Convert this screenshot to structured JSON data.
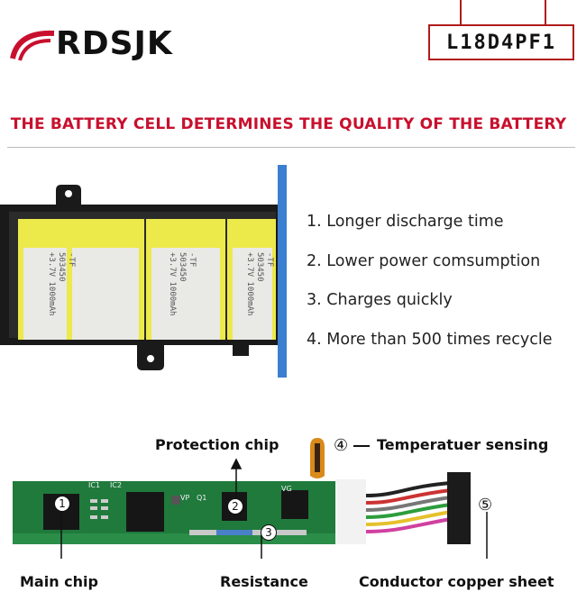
{
  "brand": {
    "logo_text": "RDSJK",
    "model": "L18D4PF1"
  },
  "headline": "THE BATTERY CELL DETERMINES THE QUALITY OF THE BATTERY",
  "features": [
    "1. Longer discharge time",
    "2. Lower power comsumption",
    "3. Charges quickly",
    "4. More than 500 times recycle"
  ],
  "cells": [
    {
      "line1": "-TF",
      "line2": "503450",
      "line3": "+3.7V 1000mAh"
    },
    {
      "line1": "-TF",
      "line2": "503450",
      "line3": "+3.7V 1000mAh"
    },
    {
      "line1": "-TF",
      "line2": "503450",
      "line3": "+3.7V 1000mAh"
    }
  ],
  "board": {
    "silkscreen": [
      "IC1",
      "IC2",
      "VP",
      "Q1",
      "VG"
    ],
    "markers": [
      "1",
      "2",
      "3",
      "4",
      "5"
    ]
  },
  "callouts": {
    "protection_chip": "Protection chip",
    "temp_sensing": "Temperatuer sensing",
    "temp_marker": "④",
    "main_chip": "Main chip",
    "resistance": "Resistance",
    "conductor": "Conductor copper sheet",
    "conductor_marker": "⑤"
  },
  "colors": {
    "accent_red": "#c8102e",
    "frame_red": "#b01b1b",
    "cell_yellow": "#ece94a",
    "pcb_green": "#1f7a3c",
    "frame_blue": "#3a7fd0"
  }
}
